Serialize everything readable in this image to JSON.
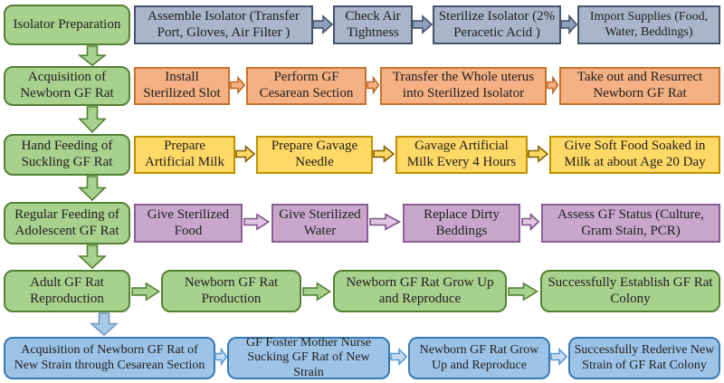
{
  "diagram": "Germ-free rat colony establishment flowchart",
  "colors": {
    "stage_green_fill": "#a9d18e",
    "stage_green_border": "#548235",
    "slate_fill": "#a9b5c9",
    "slate_border": "#44546a",
    "orange_fill": "#f4b183",
    "orange_border": "#c9712c",
    "yellow_fill": "#ffd966",
    "yellow_border": "#bf9000",
    "purple_fill": "#c9a7cd",
    "purple_border": "#8c5d97",
    "blue_fill": "#9dc3e6",
    "blue_border": "#3a79b3",
    "text": "#1f1f1f"
  },
  "rows": [
    {
      "stage": "Isolator Preparation",
      "steps": [
        "Assemble Isolator (Transfer Port, Gloves, Air Filter )",
        "Check Air Tightness",
        "Sterilize Isolator (2% Peracetic Acid )",
        "Import Supplies (Food, Water, Beddings)"
      ]
    },
    {
      "stage": "Acquisition of Newborn GF Rat",
      "steps": [
        "Install Sterilized Slot",
        "Perform GF Cesarean Section",
        "Transfer the Whole uterus into Sterilized Isolator",
        "Take out and Resurrect Newborn GF Rat"
      ]
    },
    {
      "stage": "Hand Feeding of Suckling GF Rat",
      "steps": [
        "Prepare Artificial Milk",
        "Prepare Gavage Needle",
        "Gavage Artificial Milk Every 4 Hours",
        "Give Soft Food Soaked in Milk at about Age 20 Day"
      ]
    },
    {
      "stage": "Regular Feeding of Adolescent GF Rat",
      "steps": [
        "Give Sterilized Food",
        "Give Sterilized Water",
        "Replace Dirty Beddings",
        "Assess GF Status (Culture, Gram Stain, PCR)"
      ]
    },
    {
      "stage": "Adult GF Rat Reproduction",
      "steps": [
        "Newborn GF Rat Production",
        "Newborn GF Rat Grow Up and Reproduce",
        "Successfully Establish GF Rat Colony"
      ]
    },
    {
      "stage": null,
      "steps": [
        "Acquisition of Newborn GF Rat of New Strain through Cesarean Section",
        "GF Foster Mother Nurse Sucking GF Rat of New Strain",
        "Newborn GF Rat Grow Up and Reproduce",
        "Successfully Rederive New Strain of GF Rat Colony"
      ]
    }
  ]
}
